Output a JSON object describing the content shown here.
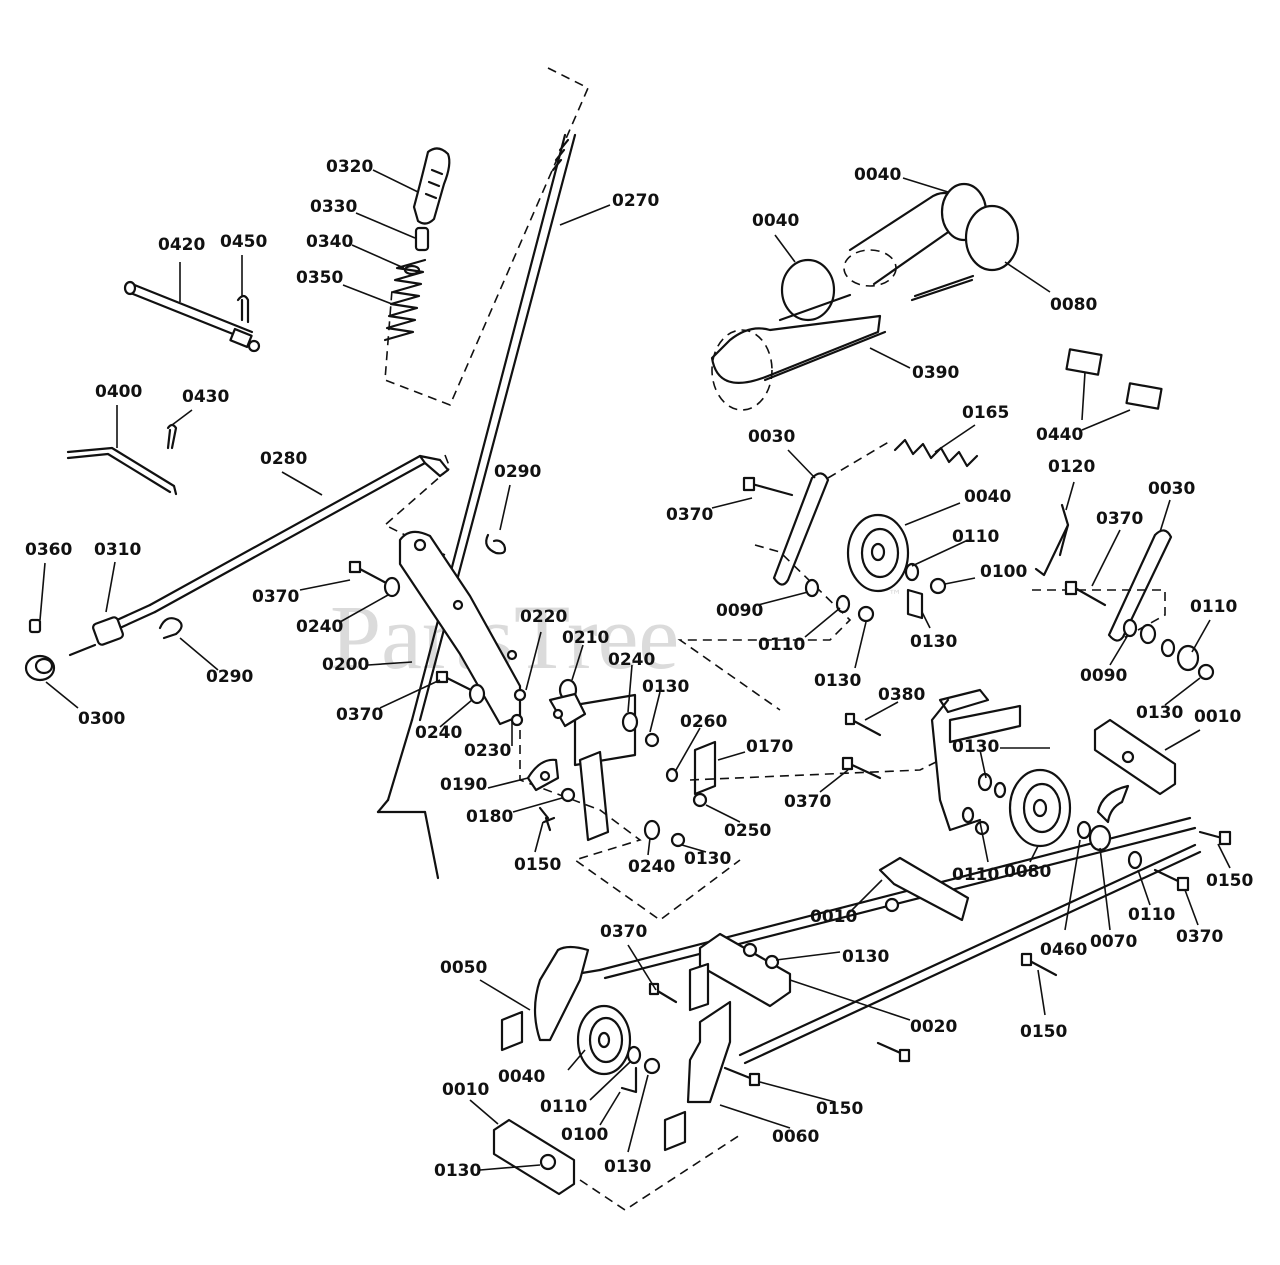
{
  "watermark": {
    "text": "PartsTree",
    "trademark": "™"
  },
  "callouts": [
    {
      "id": "c-0320",
      "label": "0320"
    },
    {
      "id": "c-0330",
      "label": "0330"
    },
    {
      "id": "c-0340",
      "label": "0340"
    },
    {
      "id": "c-0350",
      "label": "0350"
    },
    {
      "id": "c-0420",
      "label": "0420"
    },
    {
      "id": "c-0450",
      "label": "0450"
    },
    {
      "id": "c-0270",
      "label": "0270"
    },
    {
      "id": "c-0400",
      "label": "0400"
    },
    {
      "id": "c-0430",
      "label": "0430"
    },
    {
      "id": "c-0280",
      "label": "0280"
    },
    {
      "id": "c-0290a",
      "label": "0290"
    },
    {
      "id": "c-0360",
      "label": "0360"
    },
    {
      "id": "c-0310",
      "label": "0310"
    },
    {
      "id": "c-0370a",
      "label": "0370"
    },
    {
      "id": "c-0240a",
      "label": "0240"
    },
    {
      "id": "c-0290b",
      "label": "0290"
    },
    {
      "id": "c-0300",
      "label": "0300"
    },
    {
      "id": "c-0200",
      "label": "0200"
    },
    {
      "id": "c-0220",
      "label": "0220"
    },
    {
      "id": "c-0210",
      "label": "0210"
    },
    {
      "id": "c-0240b",
      "label": "0240"
    },
    {
      "id": "c-0130a",
      "label": "0130"
    },
    {
      "id": "c-0370b",
      "label": "0370"
    },
    {
      "id": "c-0240c",
      "label": "0240"
    },
    {
      "id": "c-0230",
      "label": "0230"
    },
    {
      "id": "c-0260",
      "label": "0260"
    },
    {
      "id": "c-0170",
      "label": "0170"
    },
    {
      "id": "c-0190",
      "label": "0190"
    },
    {
      "id": "c-0180",
      "label": "0180"
    },
    {
      "id": "c-0250",
      "label": "0250"
    },
    {
      "id": "c-0150a",
      "label": "0150"
    },
    {
      "id": "c-0240d",
      "label": "0240"
    },
    {
      "id": "c-0130b",
      "label": "0130"
    },
    {
      "id": "c-0040a",
      "label": "0040"
    },
    {
      "id": "c-0040b",
      "label": "0040"
    },
    {
      "id": "c-0080a",
      "label": "0080"
    },
    {
      "id": "c-0390",
      "label": "0390"
    },
    {
      "id": "c-0440",
      "label": "0440"
    },
    {
      "id": "c-0030a",
      "label": "0030"
    },
    {
      "id": "c-0165",
      "label": "0165"
    },
    {
      "id": "c-0370c",
      "label": "0370"
    },
    {
      "id": "c-0040c",
      "label": "0040"
    },
    {
      "id": "c-0110a",
      "label": "0110"
    },
    {
      "id": "c-0100a",
      "label": "0100"
    },
    {
      "id": "c-0090a",
      "label": "0090"
    },
    {
      "id": "c-0110b",
      "label": "0110"
    },
    {
      "id": "c-0130c",
      "label": "0130"
    },
    {
      "id": "c-0130d",
      "label": "0130"
    },
    {
      "id": "c-0120",
      "label": "0120"
    },
    {
      "id": "c-0370d",
      "label": "0370"
    },
    {
      "id": "c-0030b",
      "label": "0030"
    },
    {
      "id": "c-0110c",
      "label": "0110"
    },
    {
      "id": "c-0090b",
      "label": "0090"
    },
    {
      "id": "c-0130e",
      "label": "0130"
    },
    {
      "id": "c-0010a",
      "label": "0010"
    },
    {
      "id": "c-0380",
      "label": "0380"
    },
    {
      "id": "c-0130f",
      "label": "0130"
    },
    {
      "id": "c-0370e",
      "label": "0370"
    },
    {
      "id": "c-0110d",
      "label": "0110"
    },
    {
      "id": "c-0080b",
      "label": "0080"
    },
    {
      "id": "c-0150b",
      "label": "0150"
    },
    {
      "id": "c-0460",
      "label": "0460"
    },
    {
      "id": "c-0070",
      "label": "0070"
    },
    {
      "id": "c-0110e",
      "label": "0110"
    },
    {
      "id": "c-0370f",
      "label": "0370"
    },
    {
      "id": "c-0010b",
      "label": "0010"
    },
    {
      "id": "c-0130g",
      "label": "0130"
    },
    {
      "id": "c-0370g",
      "label": "0370"
    },
    {
      "id": "c-0050",
      "label": "0050"
    },
    {
      "id": "c-0020",
      "label": "0020"
    },
    {
      "id": "c-0150c",
      "label": "0150"
    },
    {
      "id": "c-0040d",
      "label": "0040"
    },
    {
      "id": "c-0110f",
      "label": "0110"
    },
    {
      "id": "c-0100b",
      "label": "0100"
    },
    {
      "id": "c-0130h",
      "label": "0130"
    },
    {
      "id": "c-0150d",
      "label": "0150"
    },
    {
      "id": "c-0060",
      "label": "0060"
    },
    {
      "id": "c-0010c",
      "label": "0010"
    },
    {
      "id": "c-0130i",
      "label": "0130"
    }
  ]
}
